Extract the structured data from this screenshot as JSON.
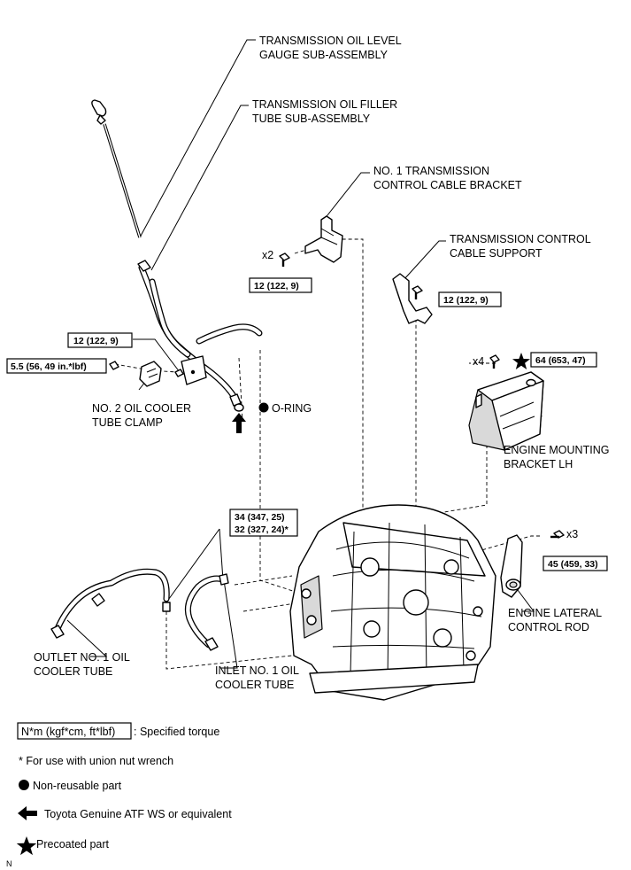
{
  "labels": {
    "oil_level_gauge": [
      "TRANSMISSION OIL LEVEL",
      "GAUGE SUB-ASSEMBLY"
    ],
    "oil_filler_tube": [
      "TRANSMISSION OIL FILLER",
      "TUBE SUB-ASSEMBLY"
    ],
    "control_cable_bracket": [
      "NO. 1 TRANSMISSION",
      "CONTROL CABLE BRACKET"
    ],
    "control_cable_support": [
      "TRANSMISSION CONTROL",
      "CABLE SUPPORT"
    ],
    "oil_cooler_tube_clamp": [
      "NO. 2 OIL COOLER",
      "TUBE CLAMP"
    ],
    "o_ring": "O-RING",
    "engine_mounting_bracket": [
      "ENGINE MOUNTING",
      "BRACKET LH"
    ],
    "engine_lateral_rod": [
      "ENGINE LATERAL",
      "CONTROL ROD"
    ],
    "outlet_cooler_tube": [
      "OUTLET NO. 1 OIL",
      "COOLER TUBE"
    ],
    "inlet_cooler_tube": [
      "INLET NO. 1 OIL",
      "COOLER TUBE"
    ]
  },
  "quantities": {
    "bracket_bolts": "x2",
    "mount_bolts": "x4",
    "rod_bolts": "x3"
  },
  "torques": {
    "bracket": "12 (122, 9)",
    "support": "12 (122, 9)",
    "filler_tube": "12 (122, 9)",
    "clamp": "5.5 (56, 49 in.*lbf)",
    "mount": "64 (653, 47)",
    "cooler_union_line1": "34 (347, 25)",
    "cooler_union_line2": "32 (327, 24)*",
    "rod": "45 (459, 33)"
  },
  "legend": {
    "torque_box": "N*m (kgf*cm, ft*lbf)",
    "torque_text": ": Specified torque",
    "union_note": "* For use with union nut wrench",
    "non_reusable": "Non-reusable part",
    "atf": "Toyota Genuine ATF WS or equivalent",
    "precoated": "Precoated part"
  },
  "corner_mark": "N"
}
